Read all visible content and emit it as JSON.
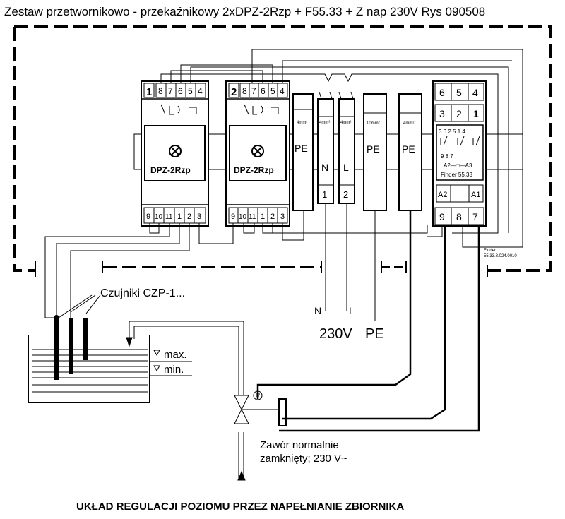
{
  "title": "Zestaw przetwornikowo - przekaźnikowy 2xDPZ-2Rzp + F55.33 + Z nap 230V  Rys 090508",
  "footer": "UKŁAD REGULACJI POZIOMU  PRZEZ NAPEŁNIANIE ZBIORNIKA",
  "relay1": {
    "number": "1",
    "top_terminals": [
      "8",
      "7",
      "6",
      "5",
      "4"
    ],
    "bottom_terminals": [
      "9",
      "10",
      "11",
      "1",
      "2",
      "3"
    ],
    "model": "DPZ-2Rzp"
  },
  "relay2": {
    "number": "2",
    "top_terminals": [
      "8",
      "7",
      "6",
      "5",
      "4"
    ],
    "bottom_terminals": [
      "9",
      "10",
      "11",
      "1",
      "2",
      "3"
    ],
    "model": "DPZ-2Rzp"
  },
  "terminal_blocks": [
    {
      "section": "4mm²",
      "label": "PE",
      "number": ""
    },
    {
      "section": "4mm²",
      "label": "N",
      "number": "1"
    },
    {
      "section": "4mm²",
      "label": "L",
      "number": "2"
    },
    {
      "section": "10mm²",
      "label": "PE",
      "number": ""
    },
    {
      "section": "4mm²",
      "label": "PE",
      "number": ""
    }
  ],
  "finder": {
    "row1": [
      "6",
      "5",
      "4"
    ],
    "row2": [
      "3",
      "2",
      "1"
    ],
    "contacts_top": "3 6 2 5 1 4",
    "contacts_bottom": "9     8     7",
    "coil": "A2—□—A3",
    "name": "Finder 55.33",
    "a2": "A2",
    "a1": "A1",
    "bottom_row": [
      "9",
      "8",
      "7"
    ]
  },
  "finder_code": "Finder\n55.33.8.024.0010",
  "sensors": "Czujniki  CZP-1...",
  "level_max": "max.",
  "level_min": "min.",
  "supply": {
    "n": "N",
    "l": "L",
    "voltage": "230V",
    "pe": "PE"
  },
  "valve_label": "Zawór  normalnie\nzamknięty;  230  V~"
}
